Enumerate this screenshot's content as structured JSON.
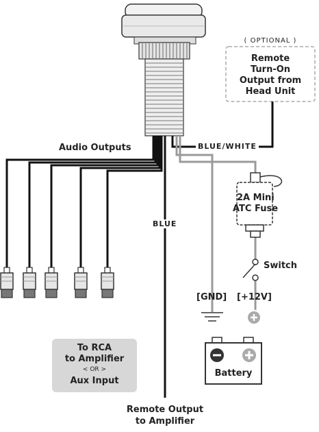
{
  "diagram": {
    "optional_box": {
      "tag": "( OPTIONAL )",
      "lines": [
        "Remote",
        "Turn-On",
        "Output from",
        "Head Unit"
      ]
    },
    "labels": {
      "audio_outputs": "Audio Outputs",
      "blue_white": "BLUE/WHITE",
      "blue": "BLUE",
      "fuse_line1": "2A Mini",
      "fuse_line2": "ATC Fuse",
      "switch": "Switch",
      "gnd": "[GND]",
      "plus12": "[+12V]",
      "battery": "Battery",
      "remote_line1": "Remote Output",
      "remote_line2": "to Amplifier"
    },
    "rca_box": {
      "line1": "To RCA",
      "line2": "to Amplifier",
      "or": "< OR >",
      "line3": "Aux Input"
    },
    "colors": {
      "wire": "#111111",
      "gray_wire": "#9a9a9a",
      "rca_box_bg": "#d7d7d7",
      "dashed_border": "#aaaaaa"
    }
  }
}
